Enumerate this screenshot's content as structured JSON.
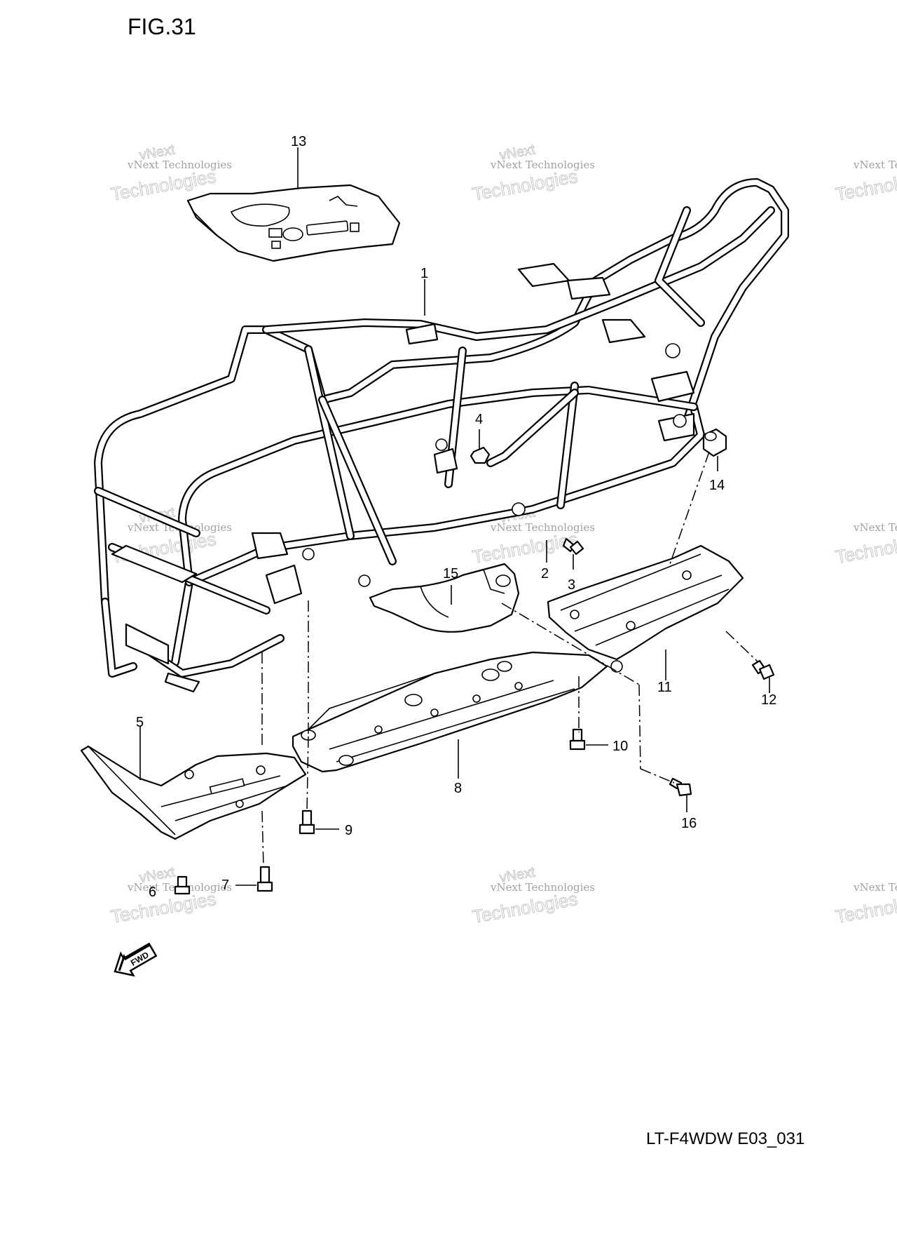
{
  "figure": {
    "title": "FIG.31",
    "reference_code": "LT-F4WDW E03_031"
  },
  "watermark": {
    "line1": "vNext Technologies",
    "line2": "Technologies",
    "line3": "vNext"
  },
  "callouts": [
    "1",
    "2",
    "3",
    "4",
    "5",
    "6",
    "7",
    "8",
    "9",
    "10",
    "11",
    "12",
    "13",
    "14",
    "15",
    "16"
  ],
  "fwd_arrow": {
    "label": "FWD"
  }
}
